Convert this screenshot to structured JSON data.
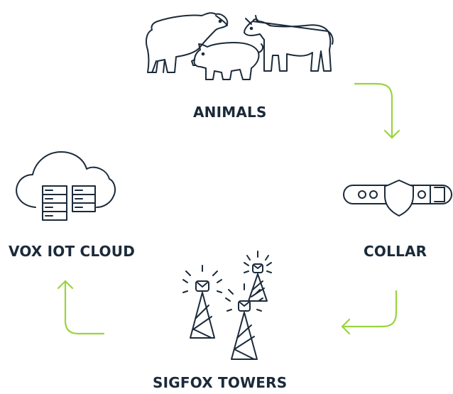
{
  "nodes": {
    "animals": {
      "label": "ANIMALS",
      "icon": "farm-animals-icon"
    },
    "collar": {
      "label": "COLLAR",
      "icon": "collar-icon"
    },
    "towers": {
      "label": "SIGFOX TOWERS",
      "icon": "radio-towers-icon"
    },
    "cloud": {
      "label": "VOX IOT CLOUD",
      "icon": "cloud-server-icon"
    }
  },
  "flow": [
    "animals",
    "collar",
    "towers",
    "cloud"
  ],
  "colors": {
    "line": "#1b2a3a",
    "arrow": "#9ad43c",
    "text": "#1b2a3a",
    "background": "#ffffff"
  }
}
